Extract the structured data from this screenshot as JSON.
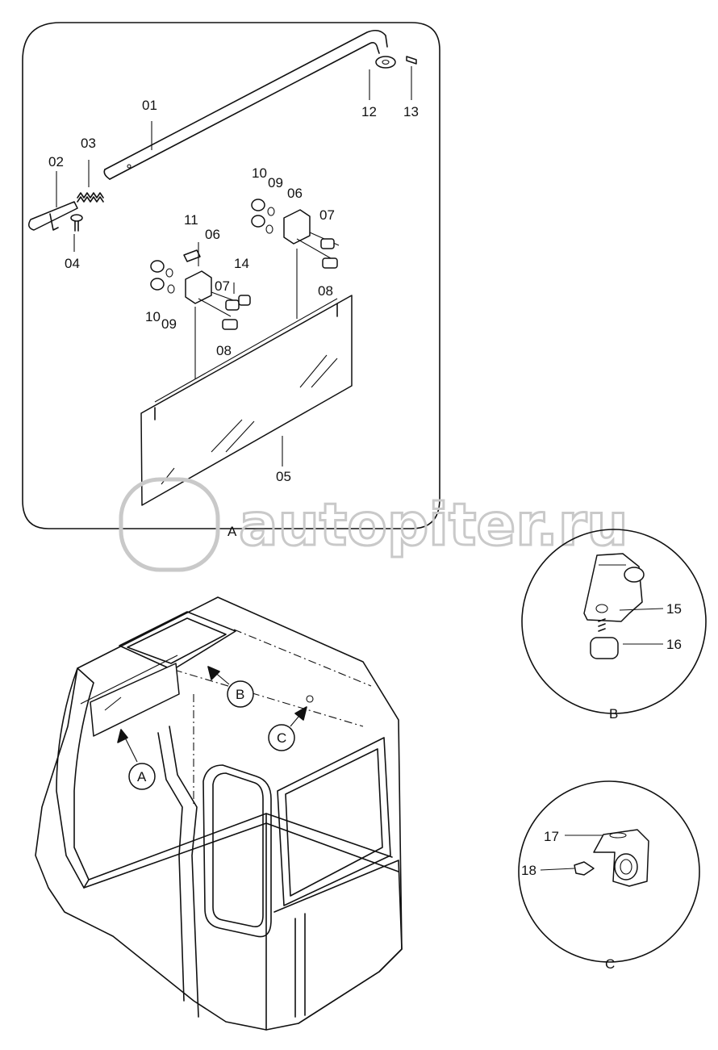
{
  "detail_a": {
    "label": "A",
    "parts": {
      "p01": "01",
      "p02": "02",
      "p03": "03",
      "p04": "04",
      "p05": "05",
      "p06a": "06",
      "p06b": "06",
      "p07a": "07",
      "p07b": "07",
      "p08a": "08",
      "p08b": "08",
      "p09a": "09",
      "p09b": "09",
      "p10a": "10",
      "p10b": "10",
      "p11": "11",
      "p12": "12",
      "p13": "13",
      "p14": "14"
    }
  },
  "detail_b": {
    "label": "B",
    "parts": {
      "p15": "15",
      "p16": "16"
    }
  },
  "detail_c": {
    "label": "C",
    "parts": {
      "p17": "17",
      "p18": "18"
    }
  },
  "cab_callouts": {
    "a": "A",
    "b": "B",
    "c": "C"
  },
  "watermark": {
    "text": "autopiter.ru"
  },
  "colors": {
    "line": "#111111",
    "watermark": "#c9c9c9",
    "background": "#ffffff"
  }
}
